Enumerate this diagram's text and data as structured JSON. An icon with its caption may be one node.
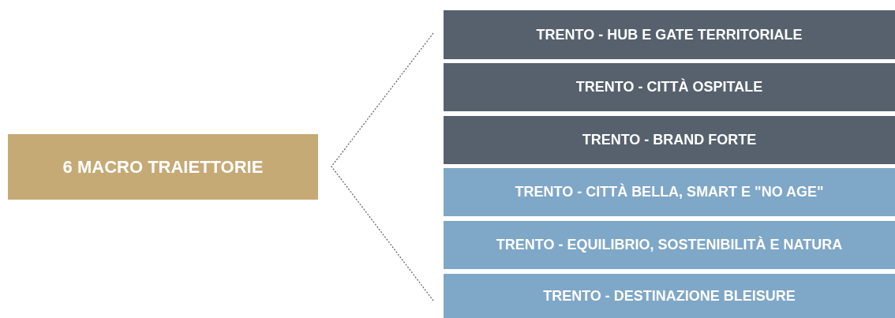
{
  "diagram": {
    "nodes": [
      {
        "text": [
          "6 MACRO TRAIETTORIE"
        ]
      },
      {
        "text": [
          "TRENTO - HUB E GATE TERRITORIALE"
        ]
      },
      {
        "text": [
          "TRENTO - CITTÀ OSPITALE"
        ]
      },
      {
        "text": [
          "TRENTO - BRAND FORTE"
        ]
      },
      {
        "text": [
          "TRENTO - CITTÀ BELLA, SMART E \"NO AGE\""
        ]
      },
      {
        "text": [
          "TRENTO - EQUILIBRIO, SOSTENIBILITÀ E NATURA"
        ]
      },
      {
        "text": [
          "TRENTO - DESTINAZIONE BLEISURE"
        ]
      }
    ]
  }
}
